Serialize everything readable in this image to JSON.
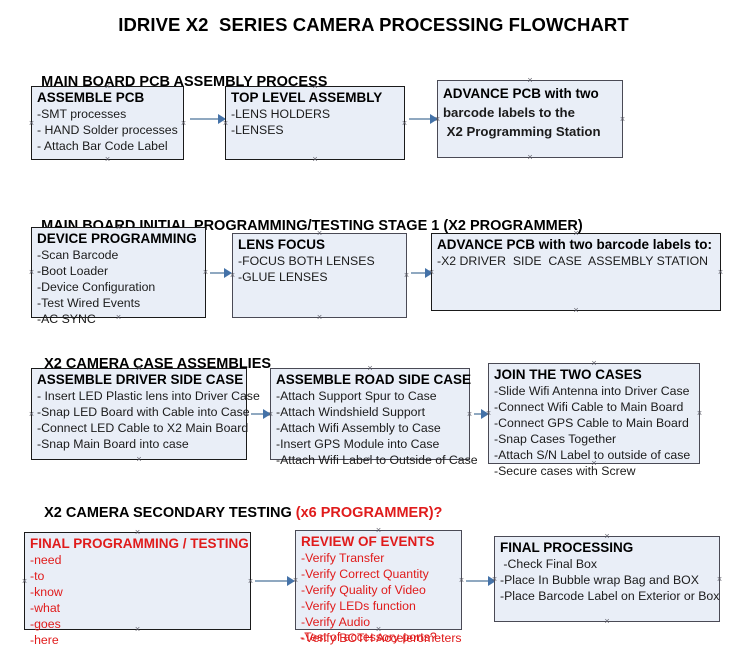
{
  "title": "IDRIVE X2  SERIES CAMERA PROCESSING FLOWCHART",
  "colors": {
    "node_fill": "#e9eef7",
    "node_border": "#1a1a1a",
    "connector_line": "#8fa8c0",
    "connector_head": "#4472a8",
    "text": "#000000",
    "accent_red": "#e01b1b"
  },
  "sections": [
    {
      "heading": "MAIN BOARD PCB ASSEMBLY PROCESS",
      "heading_accent": ""
    },
    {
      "heading": "MAIN BOARD INITIAL PROGRAMMING/TESTING STAGE 1 (X2 PROGRAMMER)",
      "heading_accent": ""
    },
    {
      "heading": "X2 CAMERA CASE ASSEMBLIES",
      "heading_accent": ""
    },
    {
      "heading": "X2 CAMERA SECONDARY TESTING ",
      "heading_accent": "(x6 PROGRAMMER)?"
    }
  ],
  "nodes": {
    "assemble_pcb": {
      "title": "ASSEMBLE PCB",
      "lines": [
        "-SMT processes",
        "- HAND Solder processes",
        "- Attach Bar Code Label"
      ]
    },
    "top_level_assembly": {
      "title": "TOP LEVEL ASSEMBLY",
      "lines": [
        "-LENS HOLDERS",
        "-LENSES"
      ]
    },
    "advance_pcb_1": {
      "title": "ADVANCE PCB with two",
      "lines": [
        "barcode labels to the",
        " X2 Programming Station"
      ]
    },
    "device_programming": {
      "title": "DEVICE PROGRAMMING",
      "lines": [
        "-Scan Barcode",
        "-Boot Loader",
        "-Device Configuration",
        "-Test Wired Events",
        "-AC SYNC"
      ]
    },
    "lens_focus": {
      "title": "LENS FOCUS",
      "lines": [
        "-FOCUS BOTH LENSES",
        "-GLUE LENSES"
      ]
    },
    "advance_pcb_2": {
      "title": "ADVANCE PCB with two barcode labels to:",
      "lines": [
        "-X2 DRIVER  SIDE  CASE  ASSEMBLY STATION"
      ]
    },
    "assemble_driver_side_case": {
      "title": "ASSEMBLE DRIVER SIDE CASE",
      "lines": [
        "- Insert LED Plastic lens into Driver Case",
        "-Snap LED Board with Cable into Case",
        "-Connect LED Cable to X2 Main Board",
        "-Snap Main Board into case"
      ]
    },
    "assemble_road_side_case": {
      "title": "ASSEMBLE ROAD SIDE CASE",
      "lines": [
        "-Attach Support Spur to Case",
        "-Attach Windshield Support",
        "-Attach Wifi Assembly to Case",
        "-Insert GPS Module into Case",
        "-Attach Wifi Label to Outside of Case"
      ]
    },
    "join_the_two_cases": {
      "title": "JOIN THE TWO CASES",
      "lines": [
        "-Slide Wifi Antenna into Driver Case",
        "-Connect Wifi Cable to Main Board",
        "-Connect GPS Cable to Main Board",
        "-Snap Cases Together",
        "-Attach S/N Label to outside of case",
        "-Secure cases with Screw"
      ]
    },
    "final_programming_testing": {
      "title": "FINAL PROGRAMMING / TESTING",
      "lines": [
        "-need",
        "-to",
        "-know",
        "-what",
        "-goes",
        "-here"
      ]
    },
    "review_of_events": {
      "title": "REVIEW OF EVENTS",
      "lines": [
        "-Verify Transfer",
        "-Verify Correct Quantity",
        "-Verify Quality of Video",
        "-Verify LEDs function",
        "-Verify Audio",
        "-Verify BOTH Accelerometers"
      ],
      "overflow_line": "-Test of accessory ports?"
    },
    "final_processing": {
      "title": "FINAL PROCESSING",
      "lines": [
        " -Check Final Box",
        "-Place In Bubble wrap Bag and BOX",
        "-Place Barcode Label on Exterior or Box"
      ]
    }
  },
  "handle_glyph": "×"
}
